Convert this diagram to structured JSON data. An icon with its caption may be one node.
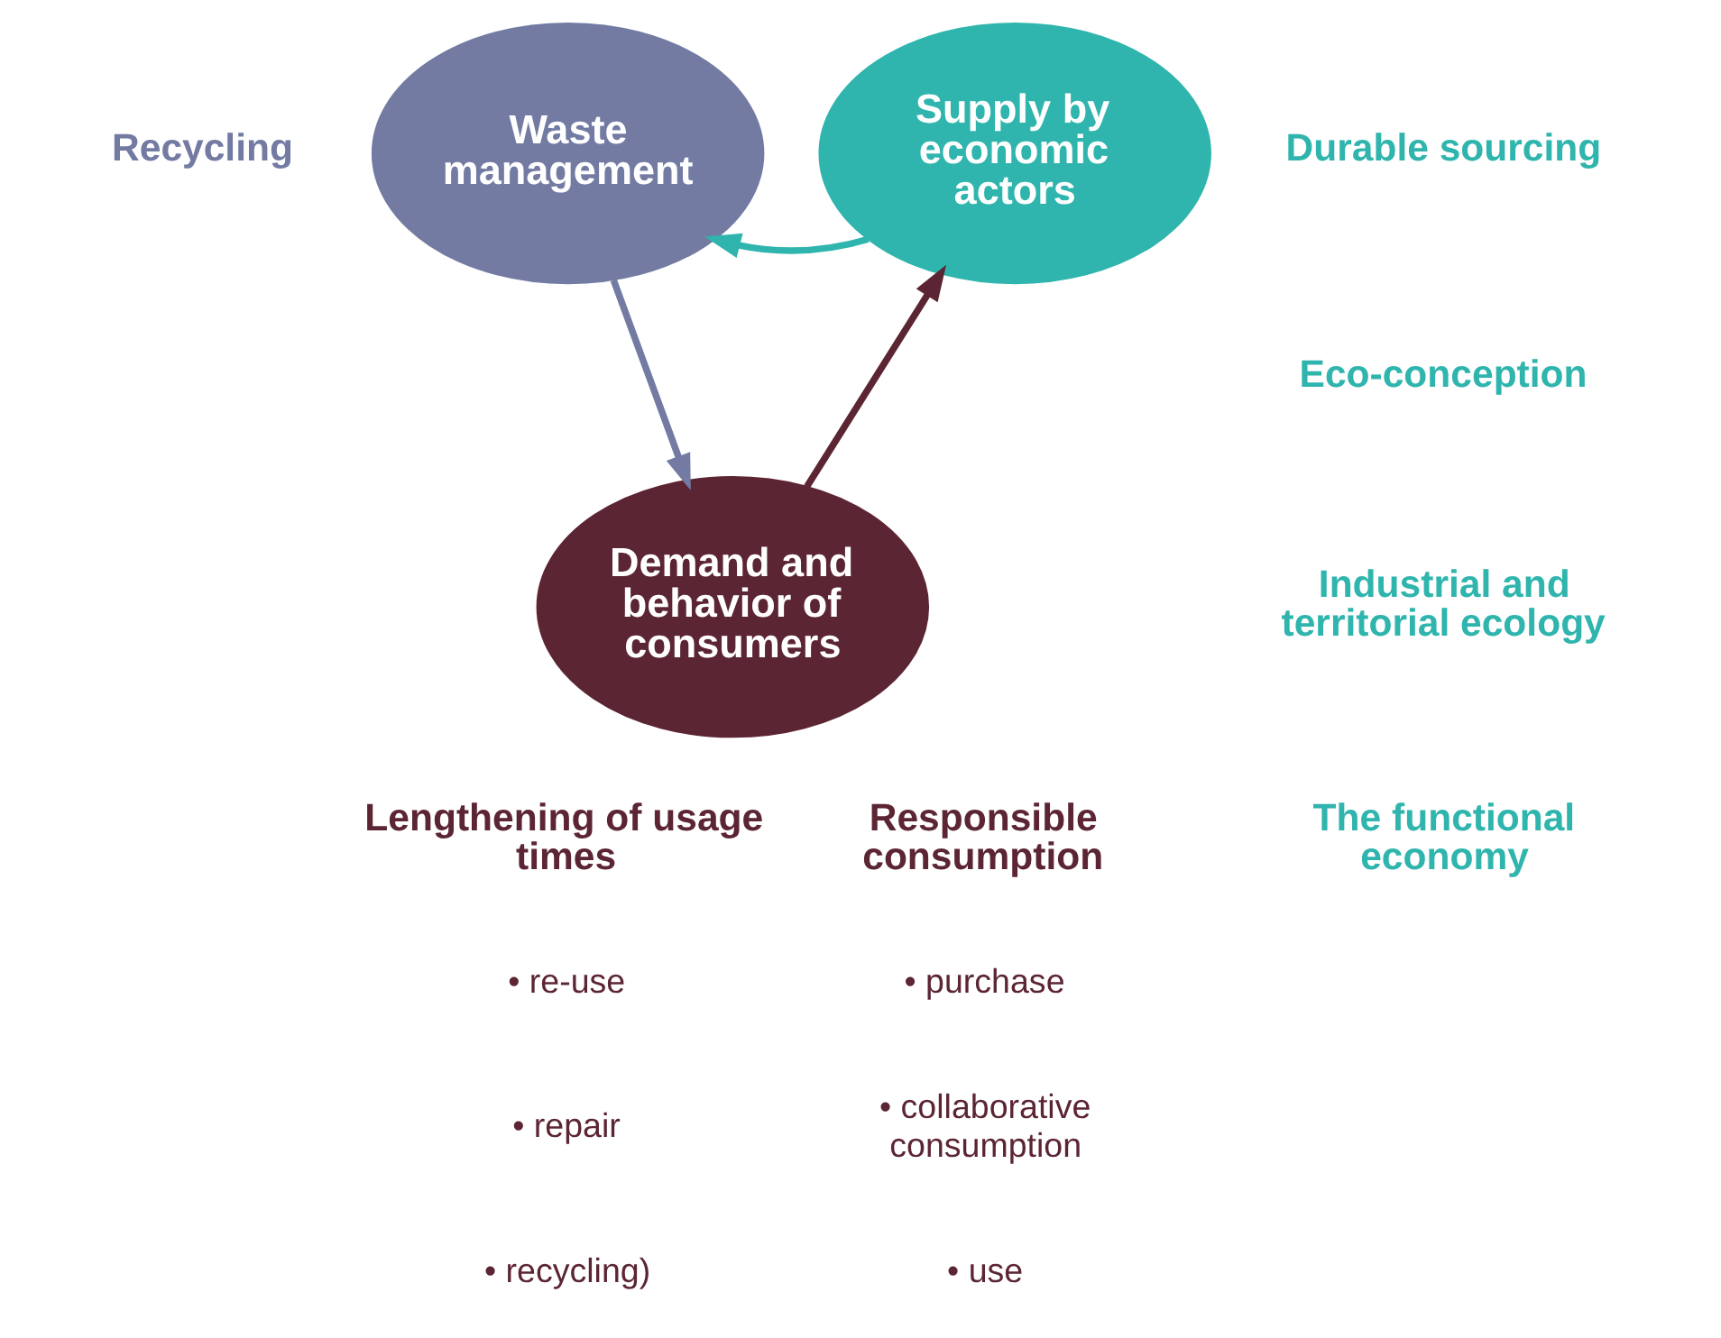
{
  "diagram": {
    "nodes": [
      {
        "text": [
          "Waste management"
        ]
      },
      {
        "text": [
          "Supply by economic actors"
        ]
      },
      {
        "text": [
          "Demand and behavior of consumers"
        ]
      }
    ],
    "edges": [
      {
        "from": 1,
        "to": 0,
        "arrow": "to",
        "color": "#2fb5ad"
      },
      {
        "from": 0,
        "to": 2,
        "arrow": "to",
        "color": "#737ba3"
      },
      {
        "from": 2,
        "to": 1,
        "arrow": "to",
        "color": "#5c2533"
      }
    ],
    "labels": [
      "Recycling",
      "Durable sourcing",
      "Eco-conception",
      "Industrial and territorial ecology",
      "The functional economy",
      "Lengthening of usage times",
      "• re-use",
      "• repair",
      "• recycling)",
      "Responsible consumption",
      "• purchase",
      "• collaborative consumption",
      "• use"
    ]
  }
}
